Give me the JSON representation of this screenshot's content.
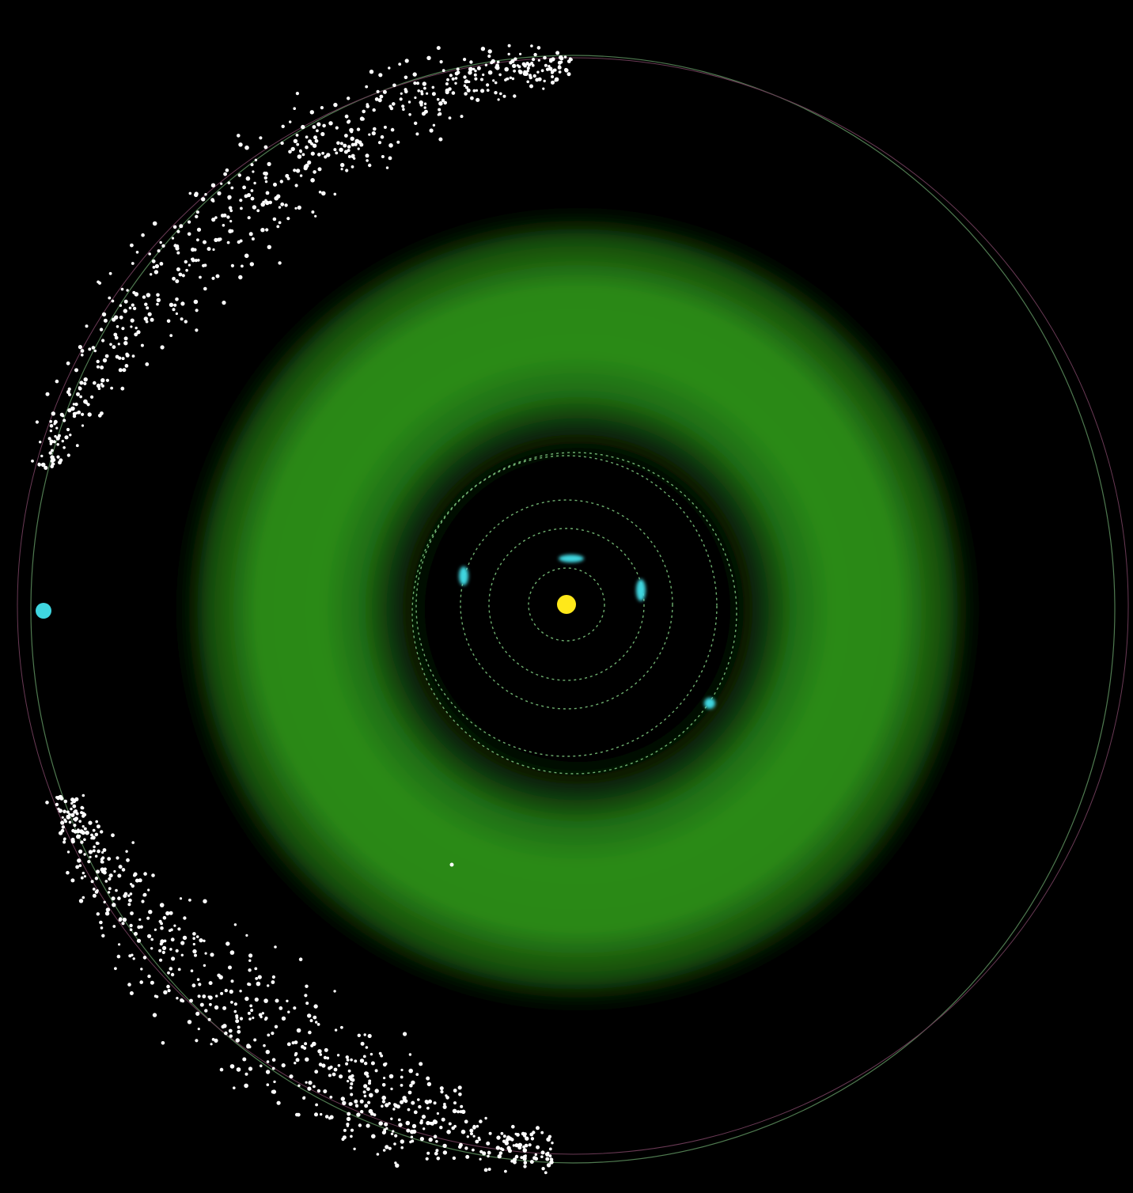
{
  "scene": {
    "background": "#000000",
    "sun_color": "#ffe81a",
    "belt_color": "#2f9a1a",
    "planet_color": "#3fd6e0",
    "orbit_color": "#5fa060",
    "outer_orbit_color": "#8a6a80",
    "trojan_color": "#ffffff"
  },
  "objects": {
    "sun": "sun",
    "inner_planets": [
      "planet",
      "planet",
      "planet",
      "planet"
    ],
    "belt": "asteroid-belt",
    "outer_planet": "outer-planet",
    "trojans": [
      "leading-trojan-swarm",
      "trailing-trojan-swarm"
    ]
  }
}
